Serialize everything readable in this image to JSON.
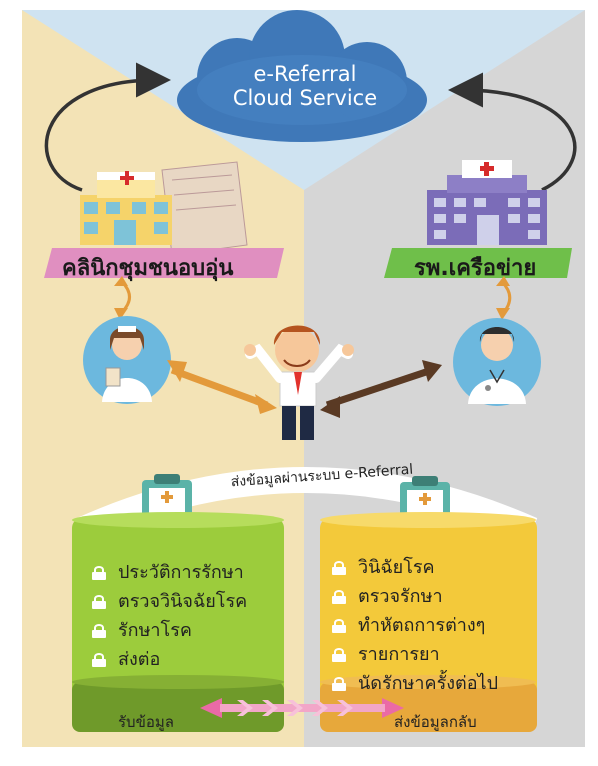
{
  "cloud": {
    "line1": "e-Referral",
    "line2": "Cloud Service"
  },
  "left_banner": {
    "label": "คลินิกชุมชนอบอุ่น",
    "color": "#e08fc0"
  },
  "right_banner": {
    "label": "รพ.เครือข่าย",
    "color": "#6fbf4a"
  },
  "arc_label": "ส่งข้อมูลผ่านระบบ e-Referral",
  "left_box": {
    "items": [
      "ประวัติการรักษา",
      "ตรวจวินิจฉัยโรค",
      "รักษาโรค",
      "ส่งต่อ"
    ],
    "footer": "รับข้อมูล",
    "color": "#9ccc3c"
  },
  "right_box": {
    "items": [
      "วินิฉัยโรค",
      "ตรวจรักษา",
      "ทำหัตถการต่างๆ",
      "รายการยา",
      "นัดรักษาครั้งต่อไป"
    ],
    "footer": "ส่งข้อมูลกลับ",
    "color": "#f3c93a"
  }
}
